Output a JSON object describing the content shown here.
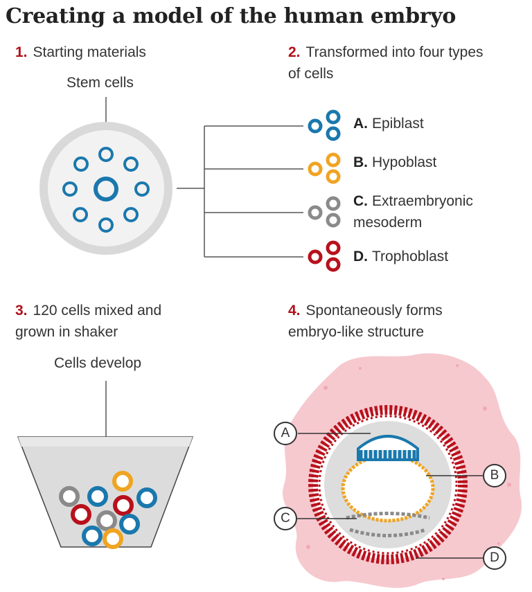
{
  "title": "Creating a model of the human embryo",
  "colors": {
    "accent_number": "#b0101a",
    "epiblast": "#1a78ad",
    "hypoblast": "#f0a422",
    "mesoderm": "#8a8a8a",
    "trophoblast": "#b8111c",
    "tissue_pink": "#f6c9cf",
    "dish_grey": "#dcdcdc"
  },
  "steps": [
    {
      "number": "1.",
      "text": "Starting materials"
    },
    {
      "number": "2.",
      "text": "Transformed into four types of cells"
    },
    {
      "number": "3.",
      "text": "120 cells mixed and grown in shaker"
    },
    {
      "number": "4.",
      "text": "Spontaneously forms embryo-like structure"
    }
  ],
  "labels": {
    "stem_cells": "Stem cells",
    "cells_develop": "Cells develop"
  },
  "cell_types": [
    {
      "letter": "A.",
      "name": "Epiblast",
      "icon": "epiblast-cells-icon"
    },
    {
      "letter": "B.",
      "name": "Hypoblast",
      "icon": "hypoblast-cells-icon"
    },
    {
      "letter": "C.",
      "name": "Extraembryonic mesoderm",
      "icon": "mesoderm-cells-icon"
    },
    {
      "letter": "D.",
      "name": "Trophoblast",
      "icon": "trophoblast-cells-icon"
    }
  ],
  "callouts": [
    "A",
    "B",
    "C",
    "D"
  ]
}
